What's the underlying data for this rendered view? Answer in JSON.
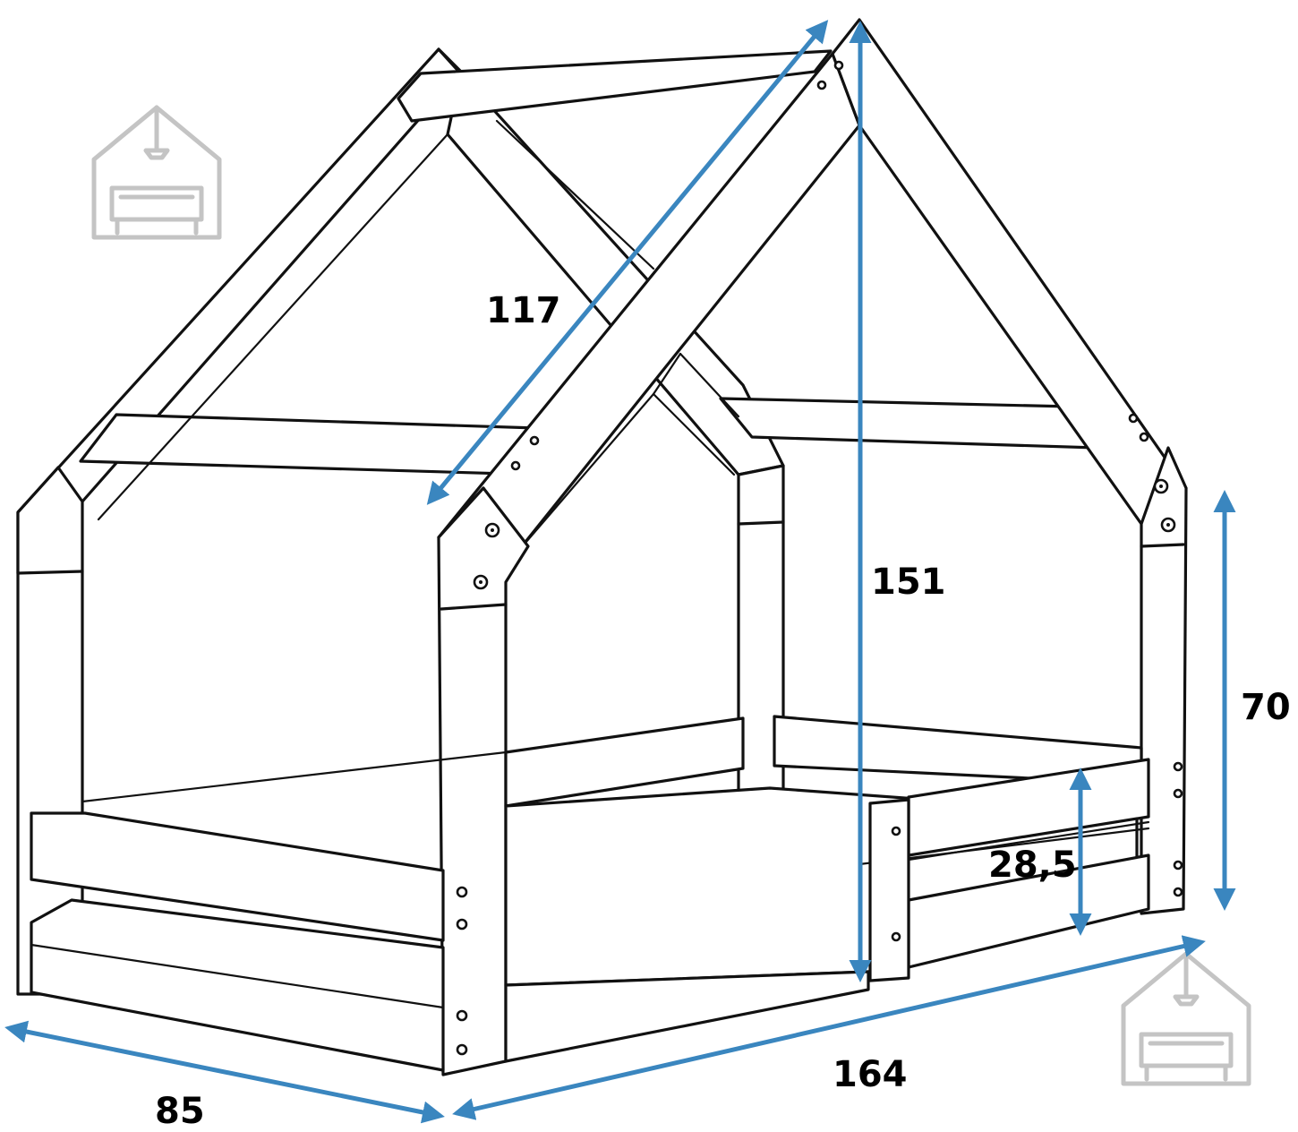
{
  "dimensions": {
    "roof_length": "117",
    "total_height": "151",
    "side_height": "70",
    "rail_height": "28,5",
    "length": "164",
    "width": "85"
  },
  "colors": {
    "dimension": "#3a86bf",
    "outline": "#111111",
    "logo": "#c4c4c4"
  },
  "icons": [
    "house-sofa-logo-icon",
    "house-sofa-logo-icon"
  ]
}
